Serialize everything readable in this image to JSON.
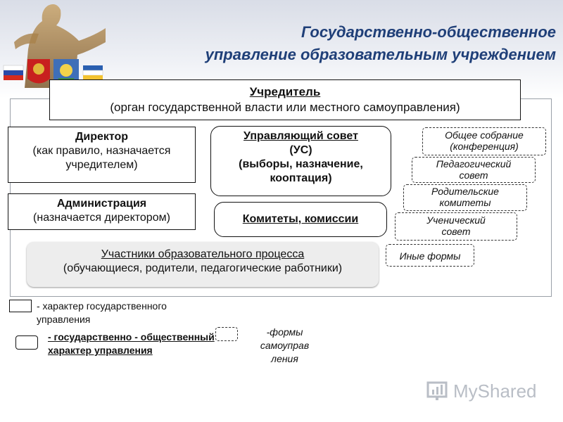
{
  "title": {
    "line1": "Государственно-общественное",
    "line2": "управление образовательным учреждением"
  },
  "founder": {
    "title": "Учредитель",
    "subtitle": "(орган государственной власти или местного самоуправления)"
  },
  "director": {
    "title": "Директор",
    "line1": "(как правило, назначается",
    "line2": "учредителем)"
  },
  "council": {
    "line1": "Управляющий совет",
    "line2": "(УС)",
    "line3": "(выборы, назначение,",
    "line4": "кооптация)"
  },
  "administration": {
    "title": "Администрация",
    "subtitle": "(назначается директором)"
  },
  "committees": {
    "label": "Комитеты, комиссии"
  },
  "participants": {
    "title": "Участники образовательного процесса",
    "subtitle": "(обучающиеся, родители, педагогические работники)"
  },
  "forms": [
    {
      "line1": "Общее собрание",
      "line2": "(конференция)"
    },
    {
      "line1": "Педагогический",
      "line2": "совет"
    },
    {
      "line1": "Родительские",
      "line2": "комитеты"
    },
    {
      "line1": "Ученический",
      "line2": "совет"
    },
    {
      "line1": "Иные формы",
      "line2": ""
    }
  ],
  "legend": {
    "state_line1": "- характер государственного",
    "state_line2": "управления",
    "public_line1": "- государственно - общественный",
    "public_line2": "характер управления",
    "self_line1": "-формы",
    "self_line2": "самоуправ",
    "self_line3": "ления"
  },
  "watermark": "MyShared",
  "colors": {
    "title": "#1f3f78",
    "header_band": "#d9dde7",
    "participants_fill": "#ededed"
  },
  "icons": [
    "statue-emblem",
    "russia-flag",
    "russia-coat-of-arms",
    "buryatia-coat-of-arms",
    "buryatia-flag",
    "myshared-logo-icon"
  ]
}
